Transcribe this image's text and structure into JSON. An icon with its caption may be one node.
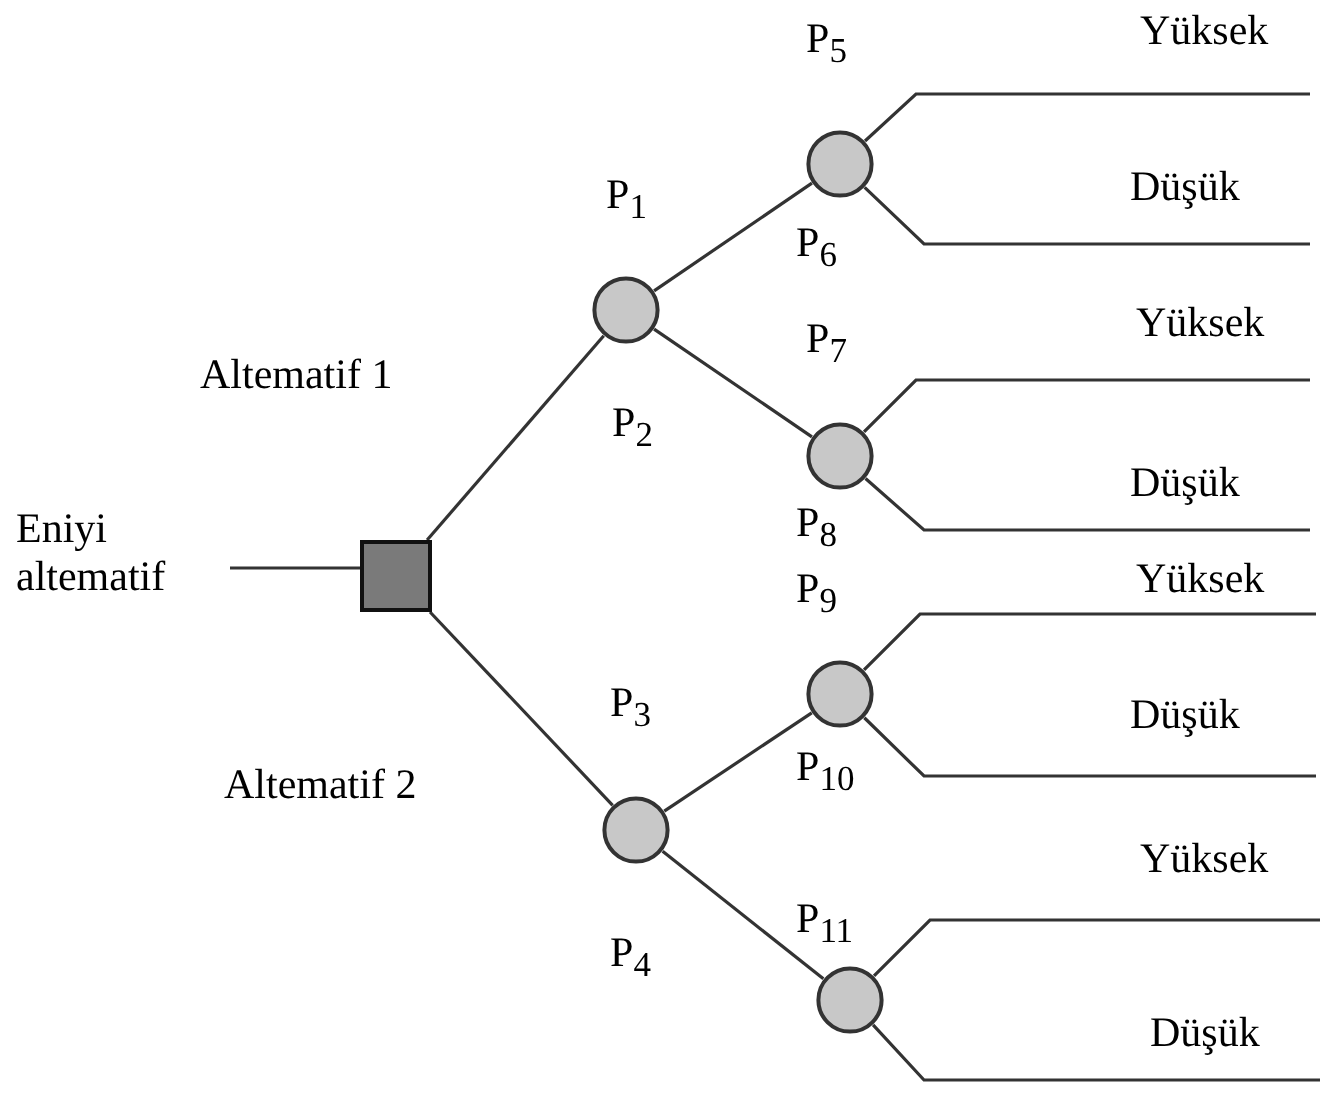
{
  "diagram": {
    "nodes": [
      {
        "text": [
          "Eniyi altematif"
        ]
      },
      {
        "text": [],
        "shape": "box"
      },
      {
        "text": [],
        "shape": "circle"
      },
      {
        "text": [],
        "shape": "circle"
      },
      {
        "text": [],
        "shape": "circle"
      },
      {
        "text": [],
        "shape": "circle"
      },
      {
        "text": [],
        "shape": "circle"
      },
      {
        "text": [],
        "shape": "circle"
      }
    ],
    "edges": [
      {
        "from": 0,
        "to": 1,
        "arrow": "none"
      },
      {
        "from": 1,
        "to": 2,
        "arrow": "none",
        "label": "Altematif 1"
      },
      {
        "from": 1,
        "to": 3,
        "arrow": "none",
        "label": "Altematif 2"
      },
      {
        "from": 2,
        "to": 4,
        "arrow": "none",
        "label": "P$_{1}$"
      },
      {
        "from": 2,
        "to": 5,
        "arrow": "none",
        "label": "P$_{2}$"
      },
      {
        "from": 3,
        "to": 6,
        "arrow": "none",
        "label": "P$_{3}$"
      },
      {
        "from": 3,
        "to": 7,
        "arrow": "none",
        "label": "P$_{4}$"
      },
      {
        "from": 4,
        "to": null,
        "arrow": "none",
        "label": "Yüksek"
      },
      {
        "from": 4,
        "to": null,
        "arrow": "none",
        "label": "Düşük"
      },
      {
        "from": 5,
        "to": null,
        "arrow": "none",
        "label": "Yüksek"
      },
      {
        "from": 5,
        "to": null,
        "arrow": "none",
        "label": "Düşük"
      },
      {
        "from": 6,
        "to": null,
        "arrow": "none",
        "label": "Yüksek"
      },
      {
        "from": 6,
        "to": null,
        "arrow": "none",
        "label": "Düşük"
      },
      {
        "from": 7,
        "to": null,
        "arrow": "none",
        "label": "Yüksek"
      },
      {
        "from": 7,
        "to": null,
        "arrow": "none",
        "label": "Düşük"
      }
    ],
    "labels": [
      "P$_{5}$",
      "P$_{6}$",
      "P$_{7}$",
      "P$_{8}$",
      "P$_{9}$",
      "P$_{10}$",
      "P$_{11}$"
    ]
  }
}
